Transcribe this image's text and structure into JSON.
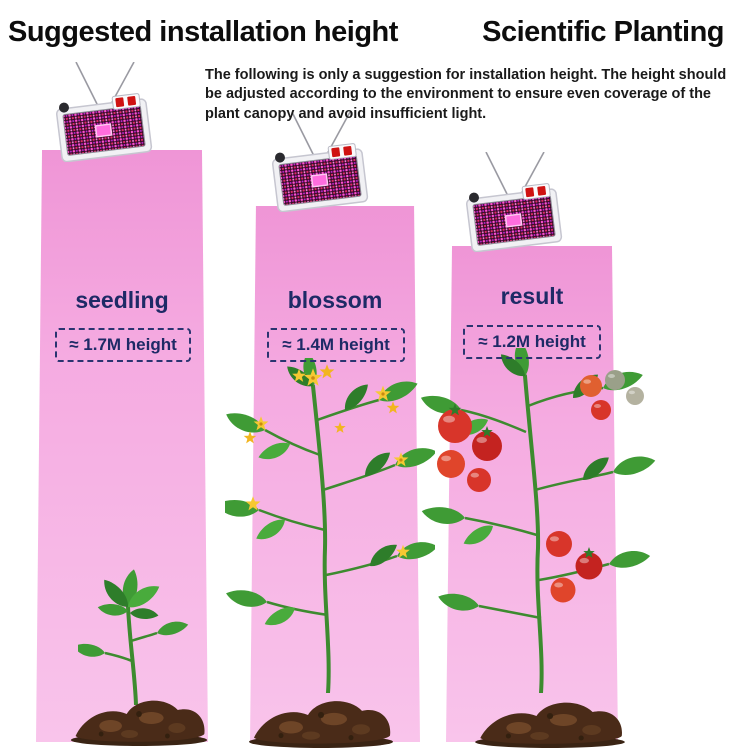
{
  "header": {
    "title_left": "Suggested installation height",
    "title_right": "Scientific Planting",
    "description": "The following is only a suggestion for installation height. The height should be adjusted according to the environment to ensure even coverage of the plant canopy and avoid insufficient light."
  },
  "stages": [
    {
      "label": "seedling",
      "height_label": "≈ 1.7M height",
      "icon": "seedling-plant-icon"
    },
    {
      "label": "blossom",
      "height_label": "≈ 1.4M height",
      "icon": "blossom-plant-icon"
    },
    {
      "label": "result",
      "height_label": "≈ 1.2M height",
      "icon": "fruiting-plant-icon"
    }
  ],
  "icons": {
    "grow_light": "grow-light-fixture-icon",
    "light_beam": "light-beam",
    "soil": "soil-mound-icon"
  },
  "colors": {
    "beam_pink_top": "#ef95d6",
    "beam_pink_bottom": "#f9c4eb",
    "label_navy": "#1e2a66",
    "leaf_green": "#3f9b35",
    "tomato_red": "#d8352a",
    "flower_yellow": "#f6c832",
    "soil_brown": "#4a2b18"
  }
}
